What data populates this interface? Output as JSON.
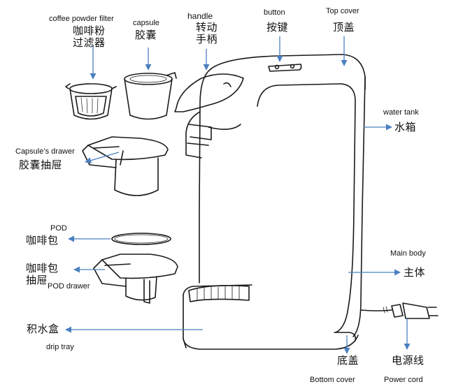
{
  "labels": {
    "coffee_powder_filter": {
      "en": "coffee powder filter",
      "zh_line1": "咖啡粉",
      "zh_line2": "过滤器"
    },
    "capsule": {
      "en": "capsule",
      "zh": "胶囊"
    },
    "handle": {
      "en": "handle",
      "zh_line1": "转动",
      "zh_line2": "手柄"
    },
    "button": {
      "en": "button",
      "zh": "按键"
    },
    "top_cover": {
      "en": "Top cover",
      "zh": "顶盖"
    },
    "water_tank": {
      "en": "water tank",
      "zh": "水箱"
    },
    "capsule_drawer": {
      "en": "Capsule’s drawer",
      "zh": "胶囊抽屉"
    },
    "pod": {
      "en": "POD",
      "zh": "咖啡包"
    },
    "pod_drawer": {
      "en": "POD drawer",
      "zh_line1": "咖啡包",
      "zh_line2": "抽屉"
    },
    "main_body": {
      "en": "Main body",
      "zh": "主体"
    },
    "drip_tray": {
      "en": "drip tray",
      "zh": "积水盒"
    },
    "bottom_cover": {
      "en": "Bottom cover",
      "zh": "底盖"
    },
    "power_cord": {
      "en": "Power cord",
      "zh": "电源线"
    }
  },
  "colors": {
    "arrow": "#4a7fc1",
    "line": "#1a1a1a",
    "text": "#111111"
  }
}
